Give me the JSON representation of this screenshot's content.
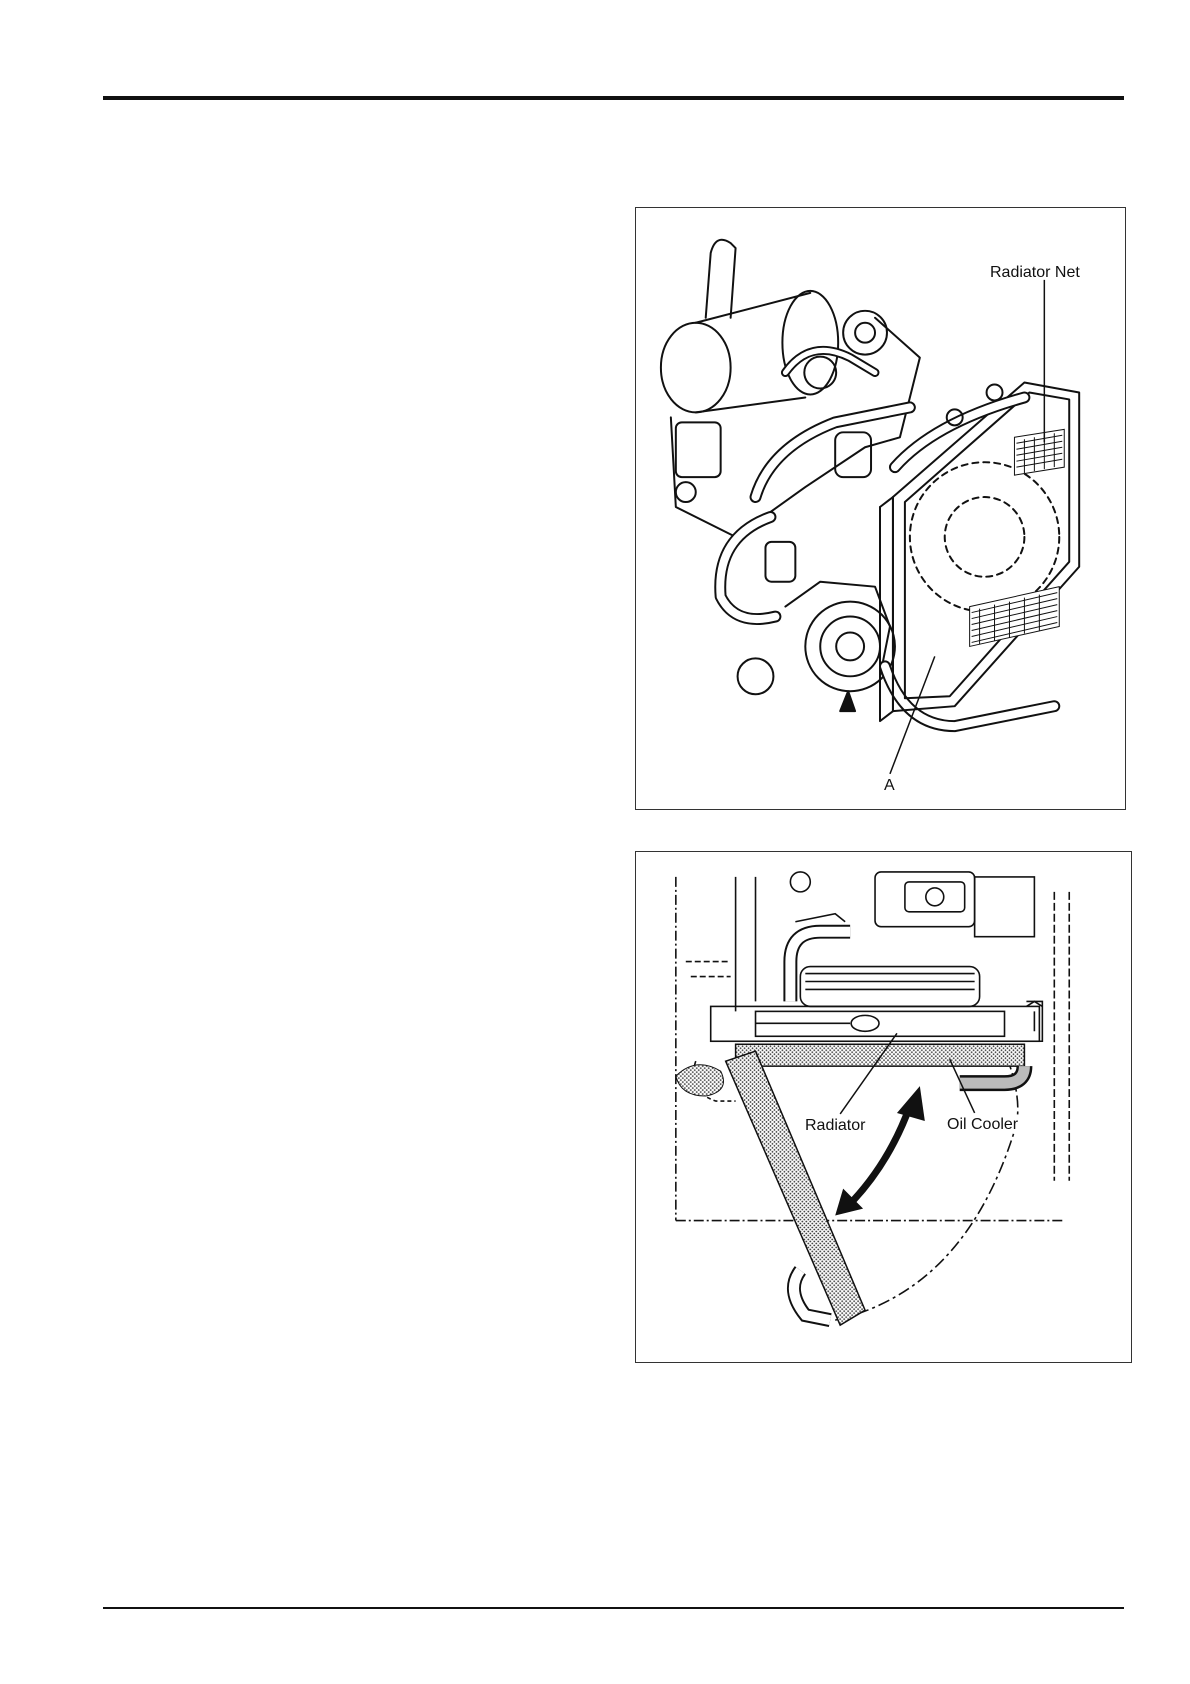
{
  "figure_top": {
    "labels": {
      "radiator_net": "Radiator Net",
      "a": "A"
    }
  },
  "figure_bottom": {
    "labels": {
      "radiator": "Radiator",
      "oil_cooler": "Oil Cooler"
    }
  }
}
